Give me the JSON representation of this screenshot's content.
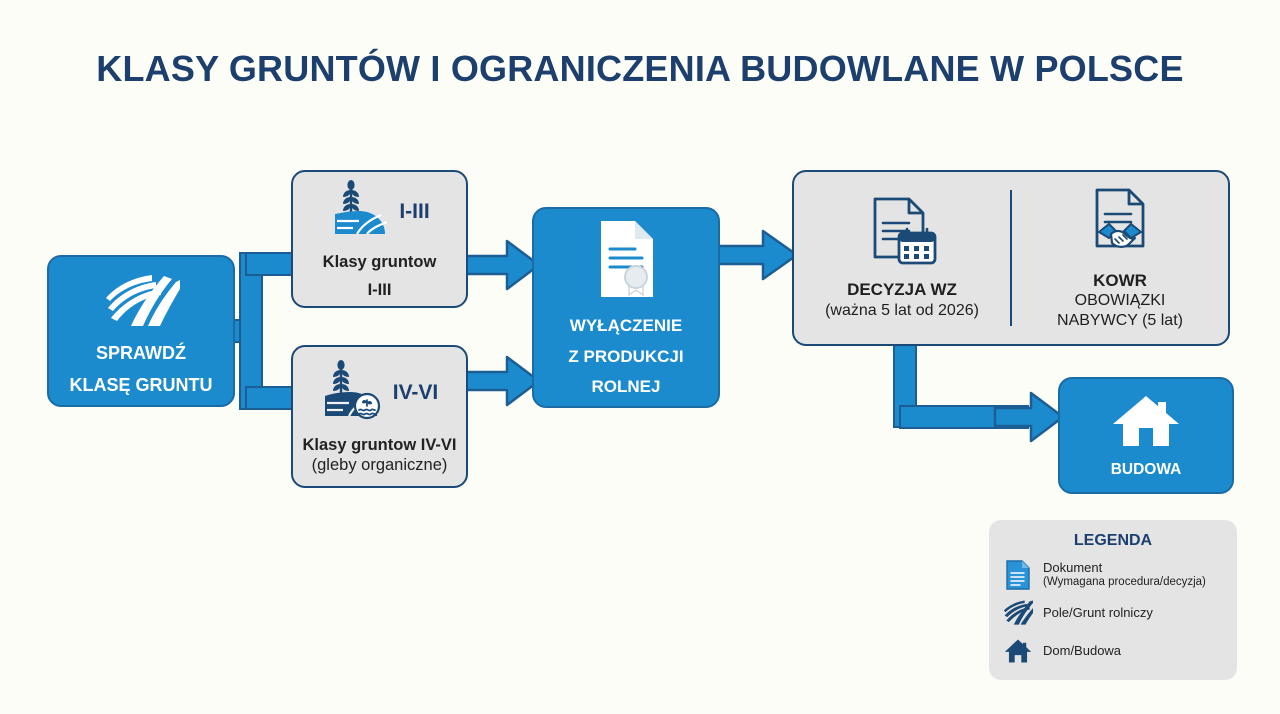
{
  "title": "KLASY GRUNTÓW I OGRANICZENIA BUDOWLANE W POLSCE",
  "colors": {
    "brand_blue": "#1b8bce",
    "dark_navy": "#1c3f6e",
    "outline_navy": "#1c4a76",
    "panel_gray": "#e4e4e4",
    "background": "#fdfdf7",
    "white": "#ffffff"
  },
  "nodes": {
    "sprawdz": {
      "line1": "SPRAWDŹ",
      "line2": "KLASĘ GRUNTU",
      "icon": "field-furrow-icon"
    },
    "klasy_1_3": {
      "badge": "I-III",
      "line1": "Klasy gruntow",
      "line2": "I-III",
      "icon": "wheat-field-icon"
    },
    "klasy_4_6": {
      "badge": "IV-VI",
      "line1": "Klasy gruntow IV-VI",
      "line2": "(gleby organiczne)",
      "icon": "wheat-field-water-icon"
    },
    "wylaczenie": {
      "line1": "WYŁĄCZENIE",
      "line2": "Z PRODUKCJI",
      "line3": "ROLNEJ",
      "icon": "certificate-document-icon"
    },
    "decyzja_wz": {
      "line1": "DECYZJA WZ",
      "line2": "(ważna 5 lat od 2026)",
      "icon": "document-calendar-icon"
    },
    "kowr": {
      "line1": "KOWR",
      "line2": "OBOWIĄZKI",
      "line3": "NABYWCY (5 lat)",
      "icon": "document-handshake-icon"
    },
    "budowa": {
      "line1": "BUDOWA",
      "icon": "house-icon"
    }
  },
  "legend": {
    "title": "LEGENDA",
    "items": [
      {
        "icon": "document-icon",
        "label": "Dokument",
        "sublabel": "(Wymagana procedura/decyzja)"
      },
      {
        "icon": "field-furrow-icon",
        "label": "Pole/Grunt rolniczy",
        "sublabel": ""
      },
      {
        "icon": "house-icon",
        "label": "Dom/Budowa",
        "sublabel": ""
      }
    ]
  }
}
